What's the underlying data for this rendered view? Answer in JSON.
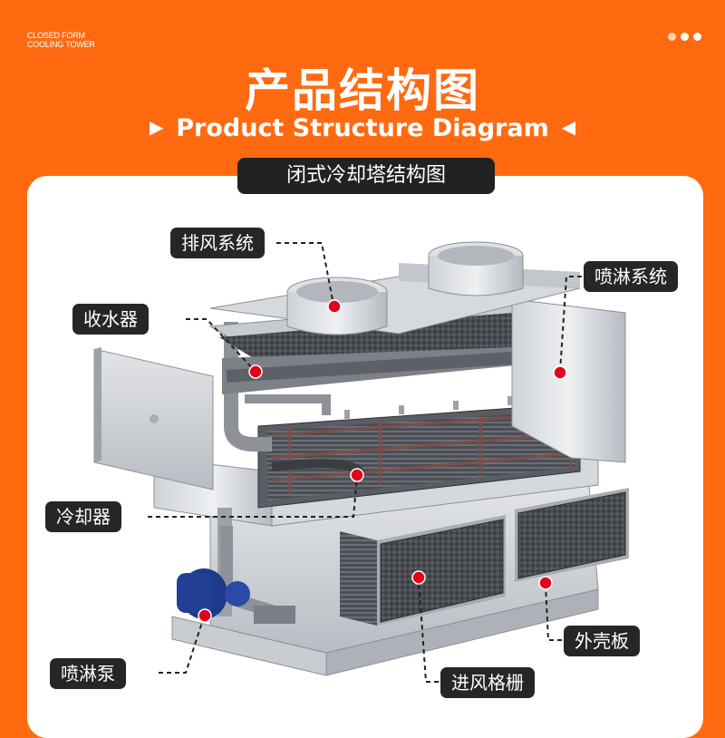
{
  "brand": {
    "line1": "CLOSED FORM",
    "line2": "COOLING TOWER"
  },
  "header": {
    "title_cn": "产品结构图",
    "title_en": "Product Structure Diagram",
    "left_marker": "▶",
    "right_marker": "◀",
    "subtitle": "闭式冷却塔结构图"
  },
  "labels": {
    "exhaust": "排风系统",
    "spray": "喷淋系统",
    "collector": "收水器",
    "cooler": "冷却器",
    "pump": "喷淋泵",
    "shell": "外壳板",
    "grille": "进风格栅"
  },
  "colors": {
    "background": "#ff6a10",
    "marker": "#e3001b",
    "label_bg": "#262626"
  }
}
